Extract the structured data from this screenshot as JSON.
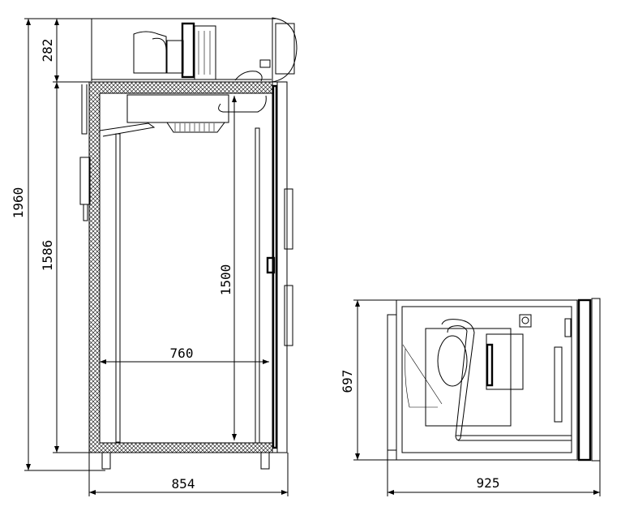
{
  "dimensions": {
    "total_height": "1960",
    "unit_height": "282",
    "cabinet_height": "1586",
    "interior_height": "1500",
    "interior_width": "760",
    "side_depth": "854",
    "top_width": "925",
    "top_depth": "697"
  },
  "colors": {
    "line": "#000000",
    "background": "#ffffff"
  }
}
